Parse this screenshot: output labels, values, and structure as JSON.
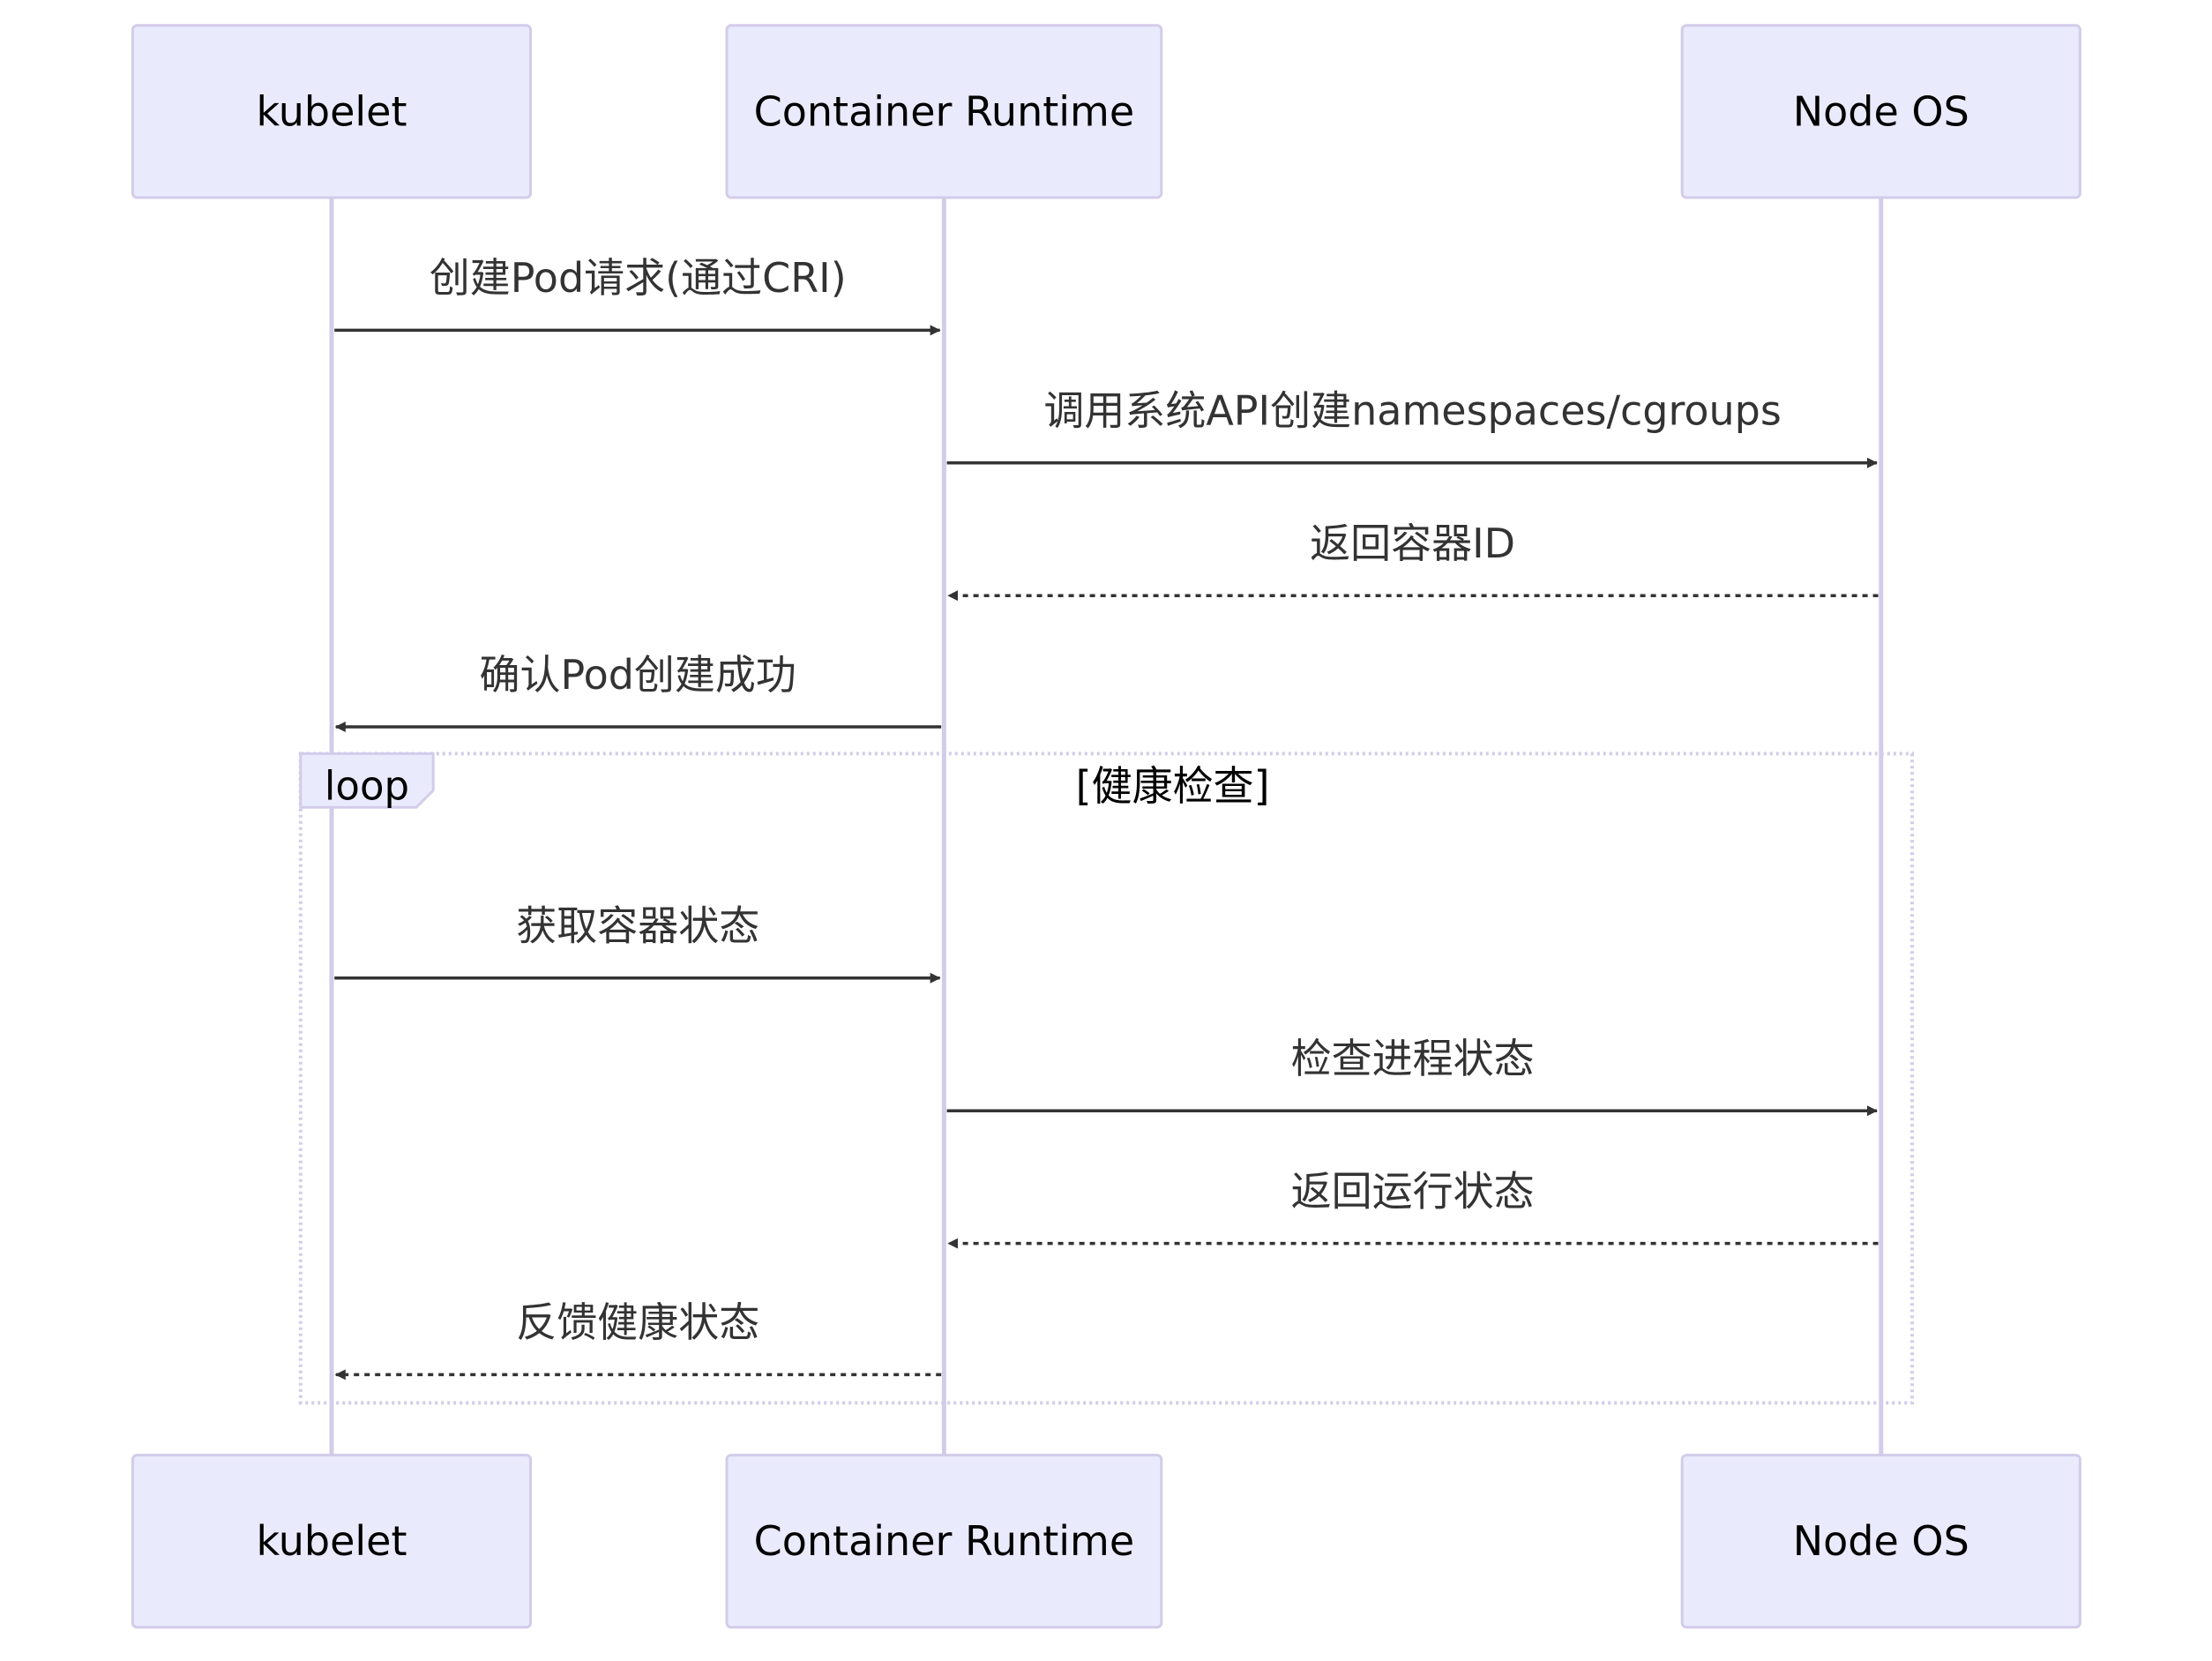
{
  "participants": [
    {
      "id": "kubelet",
      "label": "kubelet"
    },
    {
      "id": "runtime",
      "label": "Container Runtime"
    },
    {
      "id": "nodeos",
      "label": "Node OS"
    }
  ],
  "messages": [
    {
      "from": "kubelet",
      "to": "runtime",
      "label": "创建Pod请求(通过CRI)",
      "style": "solid"
    },
    {
      "from": "runtime",
      "to": "nodeos",
      "label": "调用系统API创建namespaces/cgroups",
      "style": "solid"
    },
    {
      "from": "nodeos",
      "to": "runtime",
      "label": "返回容器ID",
      "style": "dashed"
    },
    {
      "from": "runtime",
      "to": "kubelet",
      "label": "确认Pod创建成功",
      "style": "solid"
    },
    {
      "from": "kubelet",
      "to": "runtime",
      "label": "获取容器状态",
      "style": "solid"
    },
    {
      "from": "runtime",
      "to": "nodeos",
      "label": "检查进程状态",
      "style": "solid"
    },
    {
      "from": "nodeos",
      "to": "runtime",
      "label": "返回运行状态",
      "style": "dashed"
    },
    {
      "from": "runtime",
      "to": "kubelet",
      "label": "反馈健康状态",
      "style": "dashed"
    }
  ],
  "loop": {
    "keyword": "loop",
    "condition": "[健康检查]"
  },
  "colors": {
    "actor_fill": "#eaeafd",
    "actor_stroke": "#d3cce9",
    "lifeline": "#d3cce9",
    "arrow": "#333333",
    "text": "#333333",
    "loop_border": "#d3cce9",
    "loop_label_fill": "#eaeafd"
  }
}
